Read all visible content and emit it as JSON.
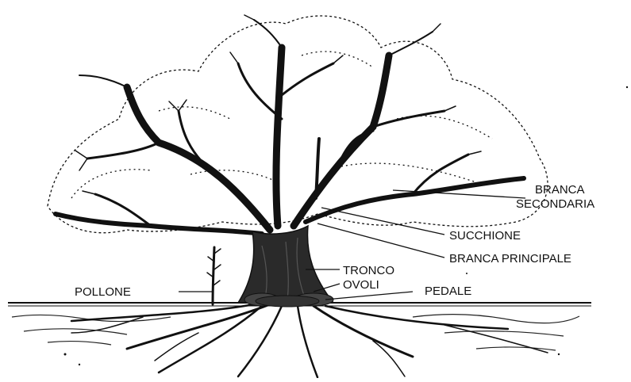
{
  "diagram": {
    "labels": {
      "branca_secondaria_line1": "BRANCA",
      "branca_secondaria_line2": "SECONDARIA",
      "succhione": "SUCCHIONE",
      "branca_principale": "BRANCA PRINCIPALE",
      "tronco": "TRONCO",
      "ovoli": "OVOLI",
      "pedale": "PEDALE",
      "pollone": "POLLONE"
    }
  }
}
